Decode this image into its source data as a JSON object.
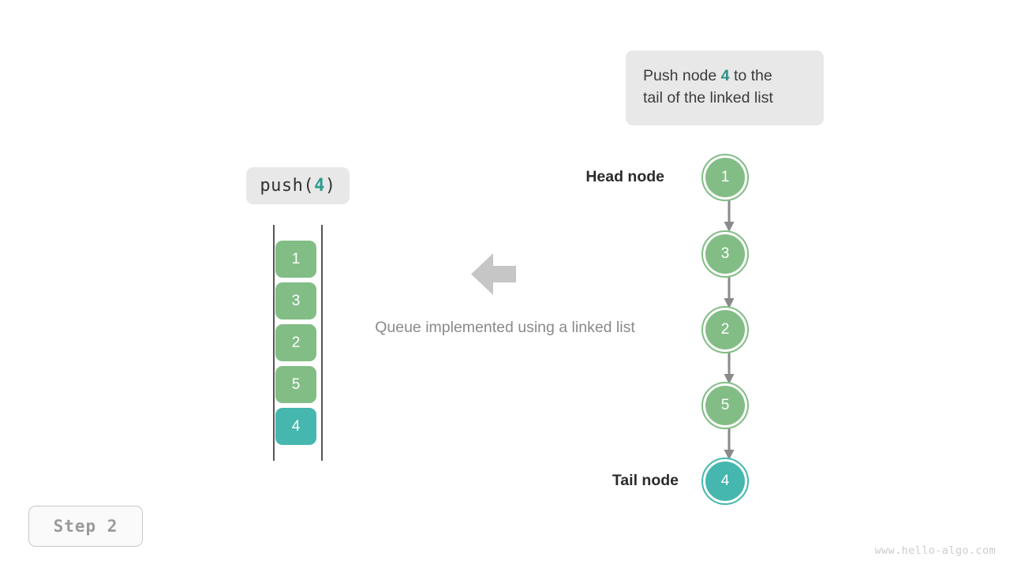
{
  "callout": {
    "line1_prefix": "Push node ",
    "highlight": "4",
    "line1_suffix": " to the",
    "line2": "tail of the linked list"
  },
  "operation_chip": {
    "prefix": "push(",
    "argument": "4",
    "suffix": ")"
  },
  "queue_column": {
    "boxes": [
      {
        "value": "1",
        "color": "#82bd86",
        "state": "existing"
      },
      {
        "value": "3",
        "color": "#82bd86",
        "state": "existing"
      },
      {
        "value": "2",
        "color": "#82bd86",
        "state": "existing"
      },
      {
        "value": "5",
        "color": "#82bd86",
        "state": "existing"
      },
      {
        "value": "4",
        "color": "#45b7ae",
        "state": "new"
      }
    ]
  },
  "center": {
    "caption": "Queue implemented using a linked list",
    "arrow_direction": "left"
  },
  "linked_list": {
    "head_label": "Head node",
    "tail_label": "Tail node",
    "nodes": [
      {
        "value": "1",
        "color": "#82bd86",
        "role": "head"
      },
      {
        "value": "3",
        "color": "#82bd86",
        "role": "middle"
      },
      {
        "value": "2",
        "color": "#82bd86",
        "role": "middle"
      },
      {
        "value": "5",
        "color": "#82bd86",
        "role": "middle"
      },
      {
        "value": "4",
        "color": "#45b7ae",
        "role": "tail"
      }
    ]
  },
  "step_badge": {
    "label": "Step 2"
  },
  "watermark": {
    "text": "www.hello-algo.com"
  },
  "colors": {
    "green": "#82bd86",
    "teal": "#45b7ae",
    "highlight_text": "#2f8f84",
    "chip_background": "#e8e8e8",
    "connector": "#8a8a8a",
    "arrow_gray": "#c6c6c6"
  }
}
